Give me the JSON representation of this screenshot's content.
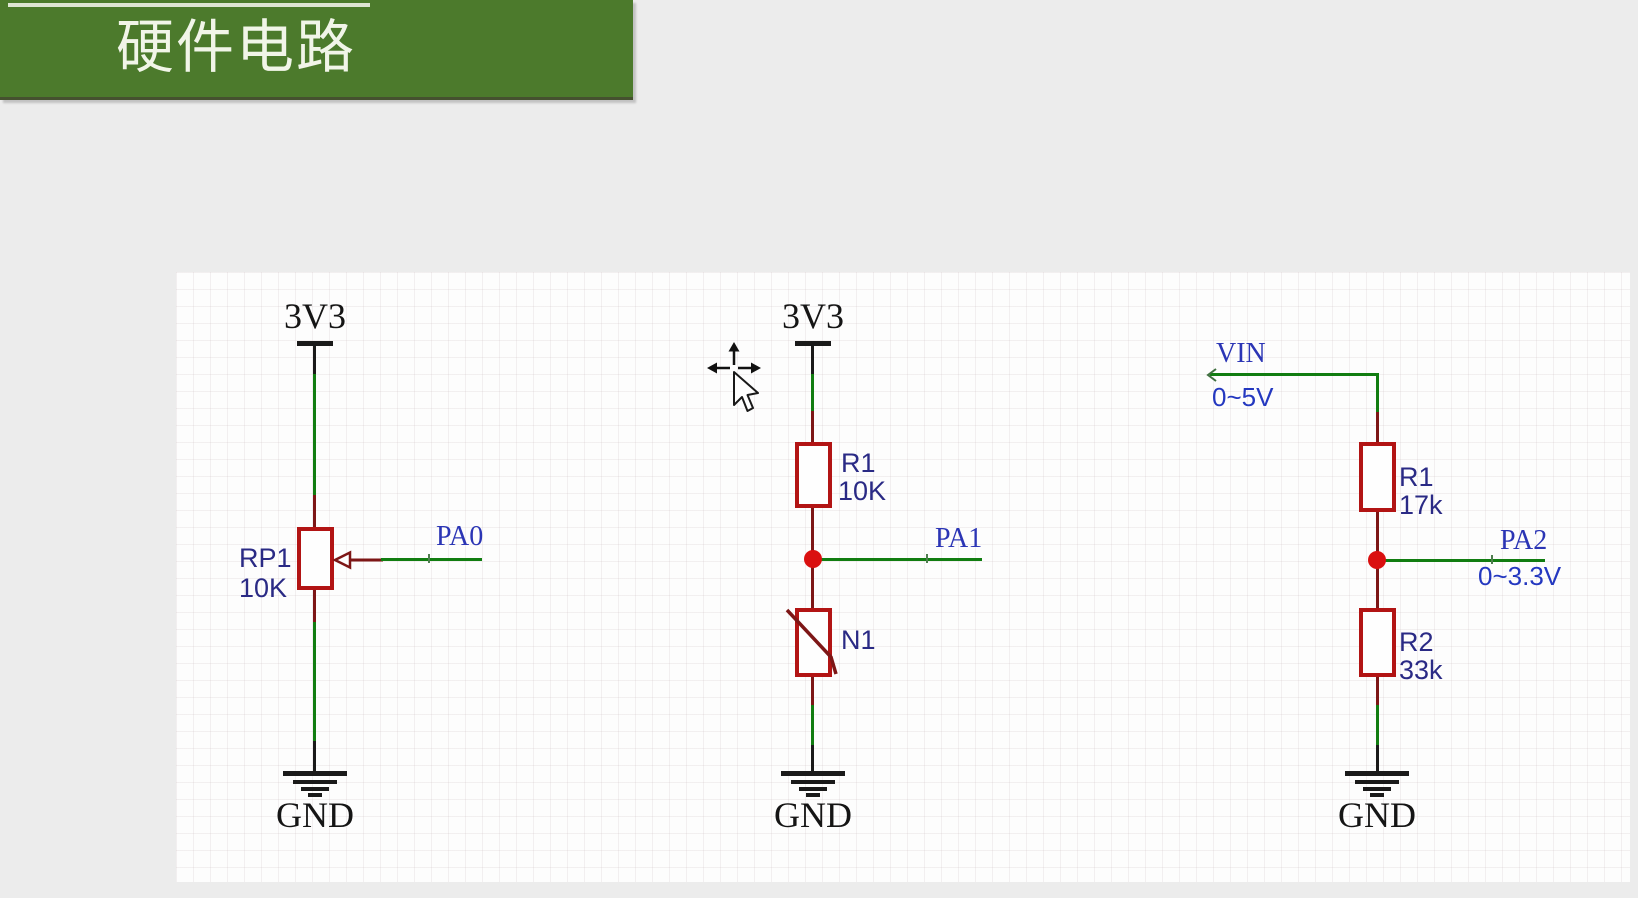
{
  "title": {
    "text": "硬件电路"
  },
  "circuits": [
    {
      "name": "potentiometer-divider",
      "power": "3V3",
      "ground": "GND",
      "ref": "RP1",
      "value": "10K",
      "port": "PA0"
    },
    {
      "name": "thermistor-divider",
      "power": "3V3",
      "ground": "GND",
      "r1_ref": "R1",
      "r1_value": "10K",
      "th_ref": "N1",
      "port": "PA1"
    },
    {
      "name": "resistor-divider",
      "vin": "VIN",
      "vin_range": "0~5V",
      "ground": "GND",
      "r1_ref": "R1",
      "r1_value": "17k",
      "r2_ref": "R2",
      "r2_value": "33k",
      "port": "PA2",
      "port_range": "0~3.3V"
    }
  ],
  "icons": {
    "ground-symbol": "⏚",
    "power-rail-bar": "⎓",
    "junction-dot": "●",
    "wiper-arrow": "◁",
    "move-cursor": "✥",
    "pointer-cursor": "➤"
  },
  "colors": {
    "banner_green": "#4c7a2c",
    "banner_text": "#f1f5e8",
    "page_bg": "#ececec",
    "canvas_bg": "#fdfdfd",
    "wire_green": "#117d11",
    "lead_maroon": "#7d1616",
    "component_red": "#b21414",
    "junction_red": "#da1010",
    "net_label_blue": "#2b35b5",
    "ref_label_navy": "#2a2a85",
    "range_label_blue": "#2438c0",
    "black": "#1a1a1a"
  }
}
